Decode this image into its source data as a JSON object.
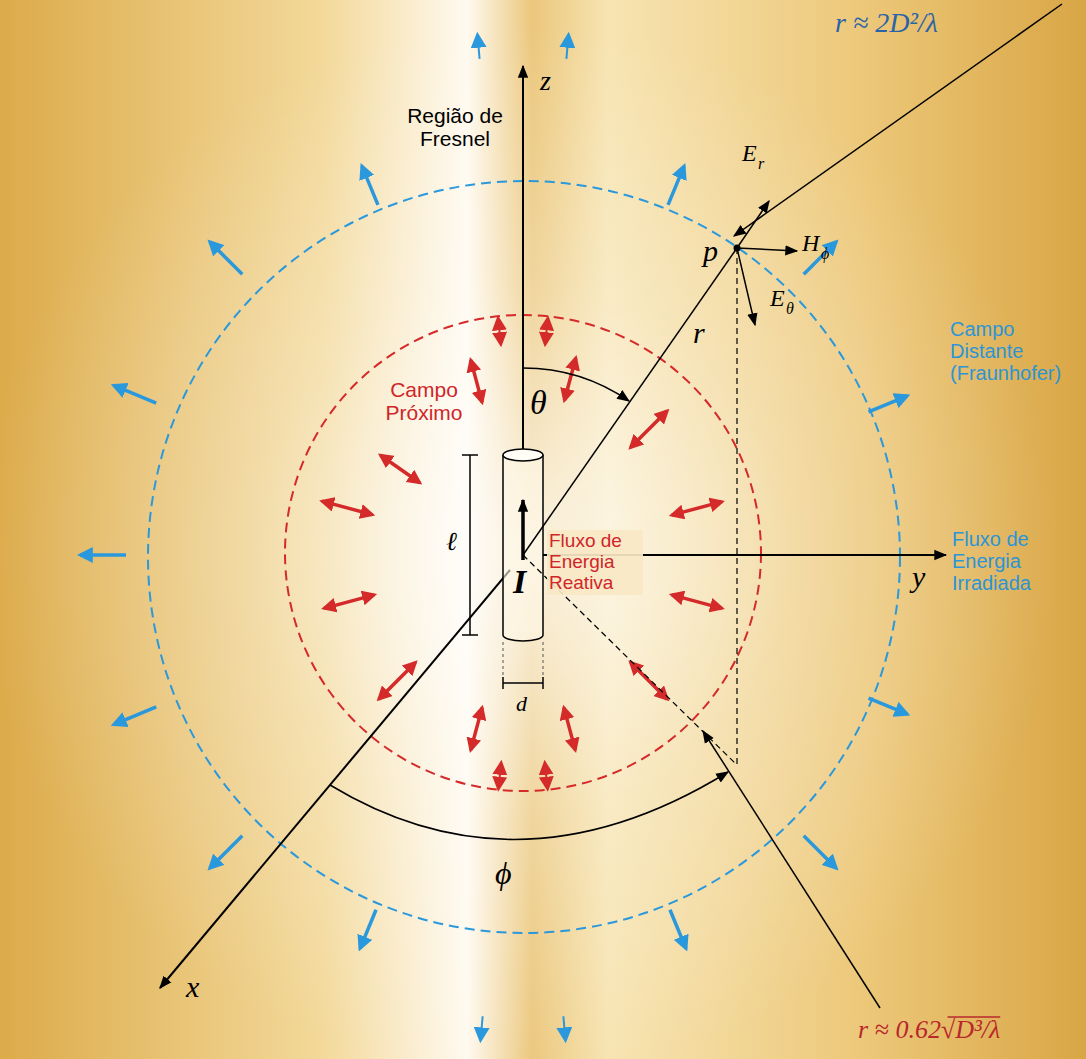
{
  "diagram": {
    "labels": [
      "r ≈ 2D²/λ",
      "z",
      "Região de Fresnel",
      "Campo Próximo",
      "Fluxo de Energia Reativa",
      "Campo Distante (Fraunhofer)",
      "Fluxo de Energia Irradiada",
      "p",
      "E",
      "r",
      "H",
      "ϕ",
      "E",
      "θ",
      "r",
      "θ",
      "ℓ",
      "I",
      "d",
      "y",
      "x",
      "ϕ",
      "r ≈ 0.62√D³/λ"
    ]
  }
}
